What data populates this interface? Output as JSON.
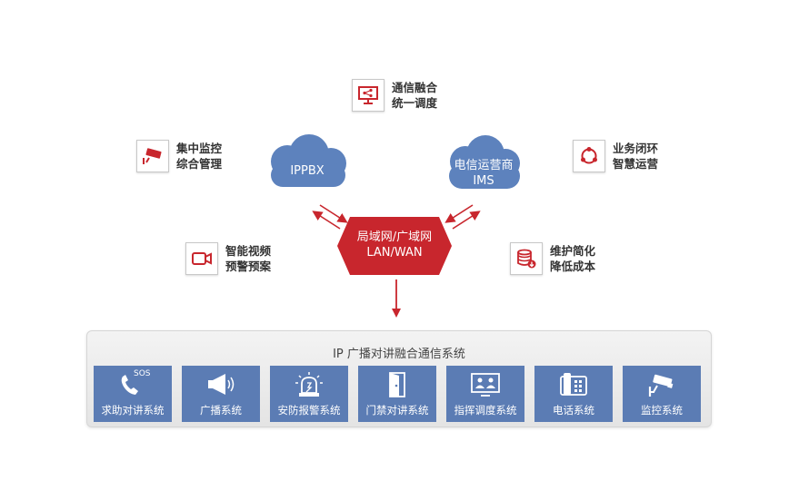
{
  "features": {
    "comm": {
      "line1": "通信融合",
      "line2": "统一调度",
      "icon": "monitor-share-icon"
    },
    "monitor": {
      "line1": "集中监控",
      "line2": "综合管理",
      "icon": "cctv-camera-icon"
    },
    "closedloop": {
      "line1": "业务闭环",
      "line2": "智慧运营",
      "icon": "cycle-icon"
    },
    "video": {
      "line1": "智能视频",
      "line2": "预警预案",
      "icon": "video-camera-icon"
    },
    "maintenance": {
      "line1": "维护简化",
      "line2": "降低成本",
      "icon": "database-icon"
    }
  },
  "clouds": {
    "ippbx": {
      "label": "IPPBX"
    },
    "ims": {
      "line1": "电信运营商",
      "line2": "IMS"
    }
  },
  "hub": {
    "line1": "局域网/广域网",
    "line2": "LAN/WAN",
    "color": "#c8262d"
  },
  "system": {
    "title": "IP 广播对讲融合通信系统",
    "sos_text": "SOS",
    "tiles": [
      {
        "label": "求助对讲系统",
        "icon": "sos-phone-icon"
      },
      {
        "label": "广播系统",
        "icon": "megaphone-icon"
      },
      {
        "label": "安防报警系统",
        "icon": "alarm-light-icon"
      },
      {
        "label": "门禁对讲系统",
        "icon": "door-icon"
      },
      {
        "label": "指挥调度系统",
        "icon": "dispatch-screen-icon"
      },
      {
        "label": "电话系统",
        "icon": "telephone-icon"
      },
      {
        "label": "监控系统",
        "icon": "cctv-camera-icon"
      }
    ],
    "tile_color": "#5b7cb4"
  },
  "colors": {
    "accent": "#c8262d",
    "cloud": "#5d82bd"
  }
}
